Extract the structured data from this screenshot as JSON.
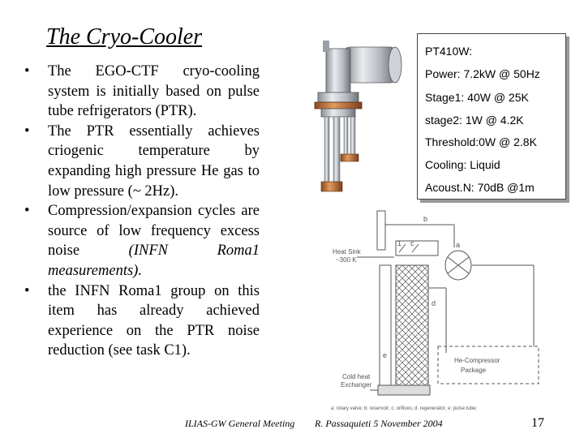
{
  "slide": {
    "title": "The Cryo-Cooler",
    "bullets": [
      {
        "text": "The EGO-CTF cryo-cooling system is initially based on pulse tube refrigerators (PTR)."
      },
      {
        "text": "The PTR essentially achieves criogenic temperature by expanding high pressure He gas to low pressure (~ 2Hz)."
      },
      {
        "text": "Compression/expansion cycles are source of low frequency excess noise ",
        "em": "(INFN Roma1 measurements)."
      },
      {
        "text": "the INFN Roma1 group on this item has already achieved experience on the PTR noise reduction (see task C1)."
      }
    ],
    "bullet_char": "•"
  },
  "specs": {
    "model": "PT410W:",
    "power": "Power: 7.2kW @ 50Hz",
    "stage1": "Stage1: 40W @ 25K",
    "stage2": "stage2: 1W @ 4.2K",
    "threshold": "Threshold:0W @ 2.8K",
    "cooling": "Cooling: Liquid",
    "noise": "Acoust.N: 70dB @1m"
  },
  "diagram": {
    "heat_sink": "Heat Sink",
    "heat_sink_temp": "~300 K",
    "cold_heat": "Cold heat",
    "exchanger": "Exchanger",
    "compressor_1": "He-Compressor",
    "compressor_2": "Package",
    "label_a": "a",
    "label_b": "b",
    "label_c": "c",
    "label_d": "d",
    "label_e": "e",
    "label_1": "1",
    "caption": "a: rotary valve; b: reservoir; c: orifices; d: regenerator; e: pulse tube;"
  },
  "footer": {
    "meeting": "ILIAS-GW General Meeting",
    "author": "R. Passaquieti 5 November 2004",
    "page": "17"
  }
}
